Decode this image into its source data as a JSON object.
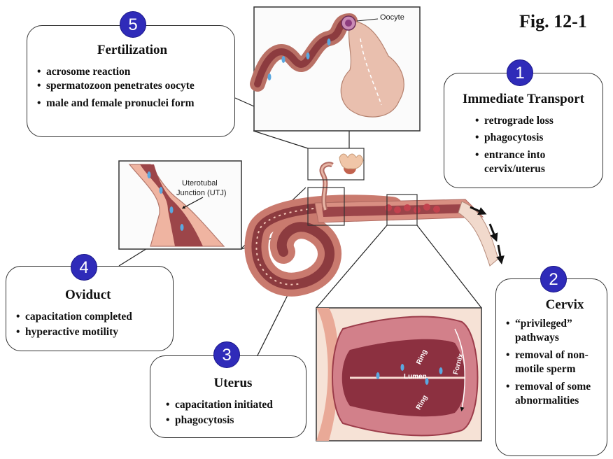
{
  "figure": {
    "label": "Fig. 12-1"
  },
  "insets": {
    "oocyte_label": "Oocyte",
    "utj_label_line1": "Uterotubal",
    "utj_label_line2": "Junction (UTJ)",
    "lumen_label": "Lumen",
    "ring_label": "Ring",
    "fornix_label": "Fornix"
  },
  "boxes": {
    "fertilization": {
      "number": "5",
      "title": "Fertilization",
      "items": [
        "acrosome reaction",
        "spermatozoon penetrates oocyte",
        "male and female pronuclei form"
      ]
    },
    "immediate_transport": {
      "number": "1",
      "title": "Immediate Transport",
      "items": [
        "retrograde loss",
        "phagocytosis",
        "entrance into cervix/uterus"
      ]
    },
    "oviduct": {
      "number": "4",
      "title": "Oviduct",
      "items": [
        "capacitation completed",
        "hyperactive motility"
      ]
    },
    "uterus": {
      "number": "3",
      "title": "Uterus",
      "items": [
        "capacitation initiated",
        "phagocytosis"
      ]
    },
    "cervix": {
      "number": "2",
      "title": "Cervix",
      "items": [
        "“privileged” pathways",
        "removal of non-motile sperm",
        "removal of some abnormalities"
      ]
    }
  },
  "colors": {
    "badge": "#2f2bb9",
    "tissue_pink": "#f0b9a8",
    "tissue_dark": "#8c3b3f",
    "sperm_blue": "#5aa8e0"
  }
}
